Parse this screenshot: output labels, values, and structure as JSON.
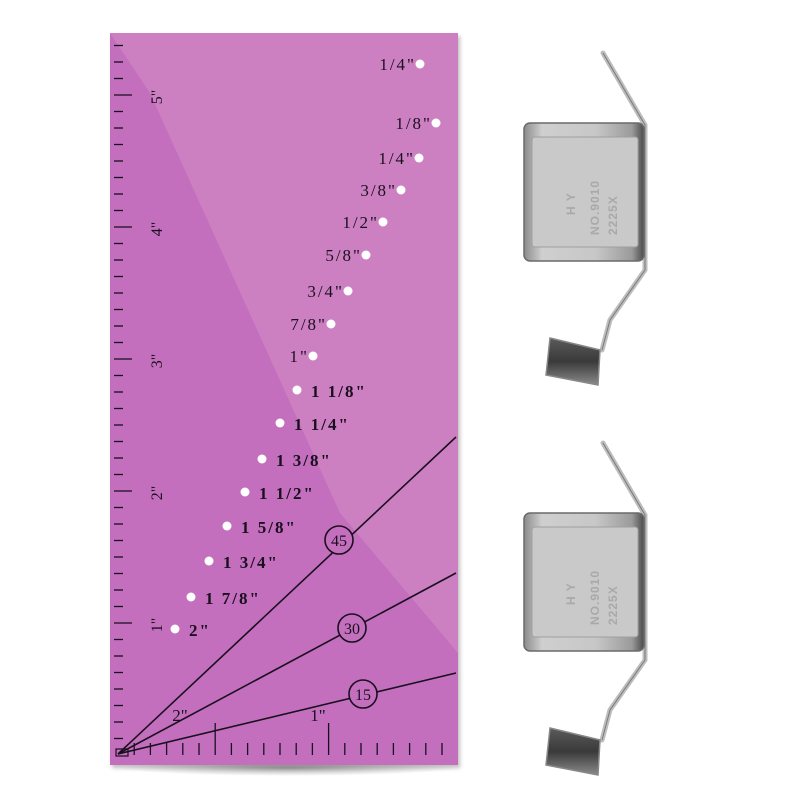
{
  "ruler": {
    "color": "#c36fbd",
    "color_light": "#cd82c2",
    "ink": "#1a0f1f",
    "vertical_scale_labels": [
      "5\"",
      "4\"",
      "3\"",
      "2\"",
      "1\""
    ],
    "horizontal_scale_labels": [
      "2\"",
      "1\""
    ],
    "seam_allowance_marks": [
      "1/4\"",
      "1/8\"",
      "1/4\"",
      "3/8\"",
      "1/2\"",
      "5/8\"",
      "3/4\"",
      "7/8\"",
      "1\"",
      "1 1/8\"",
      "1 1/4\"",
      "1 3/8\"",
      "1 1/2\"",
      "1 5/8\"",
      "1 3/4\"",
      "1 7/8\"",
      "2\""
    ],
    "angle_lines": [
      "45",
      "30",
      "15"
    ]
  },
  "seam_guides": [
    {
      "brand": "H Y",
      "model": "NO.9010",
      "code": "2225X"
    },
    {
      "brand": "H Y",
      "model": "NO.9010",
      "code": "2225X"
    }
  ]
}
